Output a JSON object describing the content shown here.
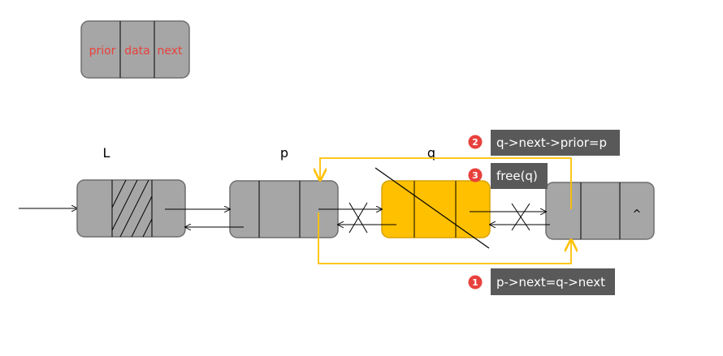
{
  "legend": {
    "prior": "prior",
    "data": "data",
    "next": "next"
  },
  "nodes": {
    "head_label": "L",
    "p_label": "p",
    "q_label": "q",
    "null_symbol": "^"
  },
  "steps": [
    {
      "number": "1",
      "text": "p->next=q->next"
    },
    {
      "number": "2",
      "text": "q->next->prior=p"
    },
    {
      "number": "3",
      "text": "free(q)"
    }
  ],
  "colors": {
    "node_gray": "#a6a6a6",
    "node_border": "#6f6f6f",
    "highlight_node": "#ffc000",
    "highlight_border": "#d9a300",
    "arrow_yellow": "#ffc000",
    "callout_bg": "#595959",
    "badge_red": "#e8413c",
    "legend_text": "#e8413c"
  }
}
